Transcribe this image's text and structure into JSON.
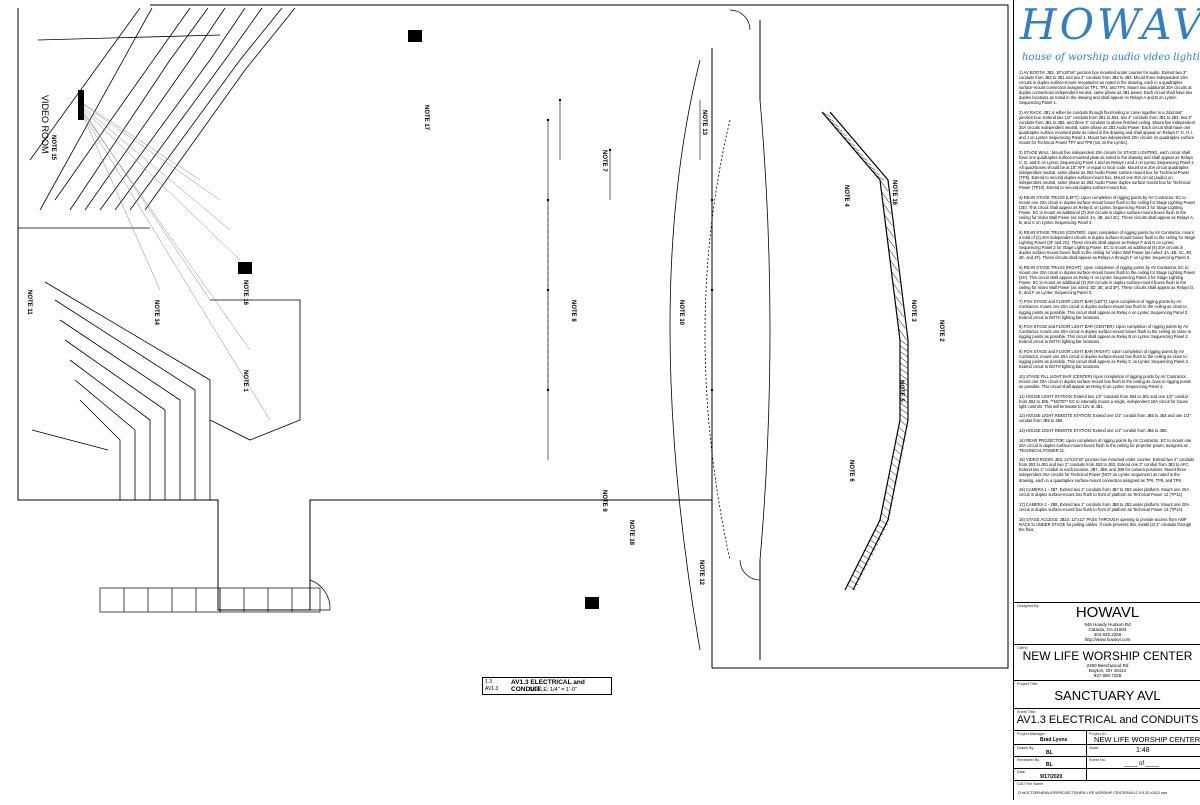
{
  "drawing": {
    "video_room_label": [
      "VIDEO",
      "ROOM"
    ],
    "notes": [
      {
        "label": "NOTE 15"
      },
      {
        "label": "NOTE 17"
      },
      {
        "label": "NOTE 13"
      },
      {
        "label": "NOTE 7"
      },
      {
        "label": "NOTE 16"
      },
      {
        "label": "NOTE 4"
      },
      {
        "label": "NOTE 11"
      },
      {
        "label": "NOTE 14"
      },
      {
        "label": "NOTE 16"
      },
      {
        "label": "NOTE 8"
      },
      {
        "label": "NOTE 10"
      },
      {
        "label": "NOTE 3"
      },
      {
        "label": "NOTE 2"
      },
      {
        "label": "NOTE 1"
      },
      {
        "label": "NOTE 5"
      },
      {
        "label": "NOTE 6"
      },
      {
        "label": "NOTE 9"
      },
      {
        "label": "NOTE 18"
      },
      {
        "label": "NOTE 12"
      }
    ],
    "sheet_tag": "1.3",
    "sheet_ref": "AV1.3",
    "sheet_title": "AV1.3 ELECTRICAL and CONDUIT",
    "sheet_scale": "SCALE: 1/4\" = 1'-0\""
  },
  "titleblock": {
    "logo": "HOWAVL",
    "tagline": "house of worship audio video lighting",
    "notes": [
      "1) AV BOOTH: JB2, 18\"x18\"x6\" junction box mounted under counter for audio. Extend two 3\" conduits from JB2 to JB1 and two 2\" conduits from JB2 to JB3. Mount three independent 20A circuits in duplex surface-mount receptacles as noted in the drawing, each in a quadraplex surface-mount connection assigned as TP1, TP3, and TP4. Mount two additional 20A circuits at duplex connections independent neutral, same phase as JB1 power. Each circuit shall have two duplex locations as noted in the drawing and shall appear on Relays A and B on Lyntec Sequencing Panel 1.",
      "2) AV RACK: JB1 is either tie conduits through floor/ceiling or come together in a 24x24x6\" junction box. Extend two 1/2\" conduits from JB1 to JB4, two 4\" conduits from JB1 to JB3, two 3\" conduits from JB1 to JB2, and three 3\" conduits to above finished ceiling. Mount five independent 20A circuits independent neutral, same phase as JB2 Audio Power. Each circuit shall have one quadraplex surface mounted plate as noted in the drawing and shall appear on Relays F, G, H, I, and J on Lyntec Sequencing Panel 1. Mount two independent 20A circuits on quadraplex surface mount for Technical Power TP7 and TP8 (not on the Lyntec).",
      "3) STAGE WALL: Mount five independent 20A circuits for STAGE LIGHTING, each circuit shall have one quadraplex surface-mounted plate as noted in the drawing and shall appear as Relays C, D, and E on Lyntec Sequencing Panel 1 and as Relays I and J on Lyntec Sequencing Panel 2. All quad-boxes should be at 18\" AFF or equal to local code. Mount one 20A circuit quadraplex independent neutral, same phase as JB2 Audio Power surface-mount box for Technical Power (TP5). Extend to second duplex surface-mount box. Mount one 20A circuit (audio) on independent neutral, same phase as JB2 Audio Power duplex surface-mount box for Technical Power (TP10). Extend to second duplex surface-mount box.",
      "4) REAR STAGE TRUSS (LEFT): Upon completion of rigging points by AV Contractor, EC to mount one 20A circuit in duplex surface-mount boxes flush to the ceiling for Stage Lighting Power (2E). This circuit shall appear as Relay E on Lyntec Sequencing Panel 2 for Stage Lighting Power. EC to mount an additional (3) 20A circuits in duplex surface-mount boxes flush to the ceiling for Video Wall Power (as noted: 4A, 4B, and 4C). These circuits shall appear as Relays A, B, and C on Lyntec Sequencing Panel 3.",
      "5) REAR STAGE TRUSS (CENTER): Upon completion of rigging points by AV Contractor, mount a total of (2) 20A independent circuits in duplex surface-mount boxes flush to the ceiling for Stage Lighting Power (2F and 2G). These circuits shall appear as Relays F and G on Lyntec Sequencing Panel 2 for Stage Lighting Power. EC to mount an additional (4) 20A circuits in duplex surface-mount boxes flush to the ceiling for Video Wall Power (as noted: 4A, 4B, 4C, 4D, 4E, and 4F). These circuits shall appear as Relays A through F on Lyntec Sequencing Panel 3.",
      "6) REAR STAGE TRUSS (RIGHT): Upon completion of rigging points by AV Contractor, EC to mount one 20A circuit in duplex surface-mount boxes flush to the ceiling for Stage Lighting Power (2H). This circuit shall appear as Relay H on Lyntec Sequencing Panel 2 for Stage Lighting Power. EC to mount an additional (3) 20A circuits in duplex surface-mount boxes flush to the ceiling for Video Wall Power (as noted: 3D, 3E, and 3F). These circuits shall appear as Relays D, E, and F on Lyntec Sequencing Panel 3.",
      "7) FOH STAGE and FLOOR LIGHT BAR (LEFT): Upon completion of rigging points by AV Contractor, mount one 20A circuit in duplex surface-mount box flush to the ceiling as close to rigging points as possible. This circuit shall appear as Relay A on Lyntec Sequencing Panel 2. Extend circuit to BOTH lighting bar locations.",
      "8) FOH STAGE and FLOOR LIGHT BAR (CENTER): Upon completion of rigging points by AV Contractor, mount one 20A circuit in duplex surface-mount boxes flush to the ceiling as close to rigging points as possible. This circuit shall appear as Relay B on Lyntec Sequencing Panel 2. Extend circuit to BOTH lighting bar locations.",
      "9) FOH STAGE and FLOOR LIGHT BAR (RIGHT): Upon completion of rigging points by AV Contractor, mount one 20A circuit in duplex surface-mount box flush to the ceiling as close to rigging points as possible. This circuit shall appear as Relay C on Lyntec Sequencing Panel 2. Extend circuit to BOTH lighting bar locations.",
      "10) STAGE FILL LIGHT BAR (CENTER) Upon completion of rigging points by AV Contractor, mount one 20A circuit in duplex surface-mount box flush to the ceiling as close to rigging points as possible. This circuit shall appear as Relay D on Lyntec Sequencing Panel 2.",
      "11) HOUSE LIGHT STATION: Extend two 1/2\" conduits from JB4 to JB1 and one 1/2\" conduit from JB4 to JB5. **NOTE** EC to internally mount a single, independent 15A circuit for house light controls. This will terminate to 12V at JB1.",
      "12) HOUSE LIGHT REMOTE STATION: Extend one 1/2\" conduit from JB5 to JB4 and one 1/2\" conduit from JB5 to JB6.",
      "13) HOUSE LIGHT REMOTE STATION: Extend one 1/2\" conduit from JB6 to JB5.",
      "14) REAR PROJECTOR: Upon completion of rigging points by AV Contractor, EC to mount one 20A circuit in duplex surface-mount boxes flush to the ceiling for projector power, assigned as TECHNICAL POWER 11.",
      "15) VIDEO ROOM: JB3, 24\"x24\"x6\" junction box mounted under counter. Extend two 4\" conduits from JB3 to JB1 and two 2\" conduits from JB3 to JB2. Extend one 3\" conduit from JB3 to AFC. Extend two 1\" conduit to each location, JB7, JB8, and JB9 for camera positions. Mount three independent 20A circuits for Technical Power (NOT on Lyntec sequencer) as noted in the drawing, each in a quadraplex surface-mount connection assigned as TP6, TP9, and TP8.",
      "16) CAMERA 1 - JB7, Extend two 1\" conduits from JB7 to JB3 under platform. Mount one 20A circuit in duplex surface-mount box flush to front of platform as Technical Power 12 (TP12).",
      "17) CAMERA 2 - JB8, Extend two 1\" conduits from JB8 to JB3 under platform. Mount one 20A circuit in duplex surface-mount box flush to front of platform as Technical Power 13 (TP13).",
      "18) STAGE ACCESS: JB10, 12\"x12\" PASS THROUGH opening to provide access from AMP RACK to UNDER STAGE for pulling cables. If code prevents this, install (3) 4\" conduits through the floor."
    ],
    "designed_by_label": "Designed By:",
    "company_name": "HOWAVL",
    "company_address": [
      "946 Howdy Hudson Rd",
      "Cataula, GA 31804",
      "404.825.2256",
      "http://www.howavl.com"
    ],
    "client_label": "Client:",
    "client_name": "NEW LIFE WORSHIP CENTER",
    "client_address": [
      "2250 Beechwood Rd",
      "Dayton, OH 45414",
      "937.890.7228"
    ],
    "project_title_label": "Project Title:",
    "project_title": "SANCTUARY AVL",
    "sheet_title_label": "Sheet Title:",
    "sheet_title": "AV1.3  ELECTRICAL and CONDUITS",
    "project_manager_label": "Project Manager",
    "project_manager": "Brad Lyons",
    "project_id_label": "Project ID:",
    "project_id": "NEW LIFE WORSHIP CENTER",
    "drawn_by_label": "Drawn By",
    "drawn_by": "BL",
    "scale_label": "Scale",
    "scale_value": "1:48",
    "reviewed_by_label": "Reviewed By",
    "reviewed_by": "BL",
    "sheet_no_label": "Sheet No.",
    "sheet_no": "____ of ____",
    "date_label": "Date",
    "date_value": "9/17/2020",
    "cad_label": "CAD File Name",
    "cad_file": "D:\\HOCTOR\\NEW\\LIFE\\PROJECTS\\NEW LIFE WORSHIP CENTER\\AVLC 9.9.20 v2021.vwx"
  }
}
